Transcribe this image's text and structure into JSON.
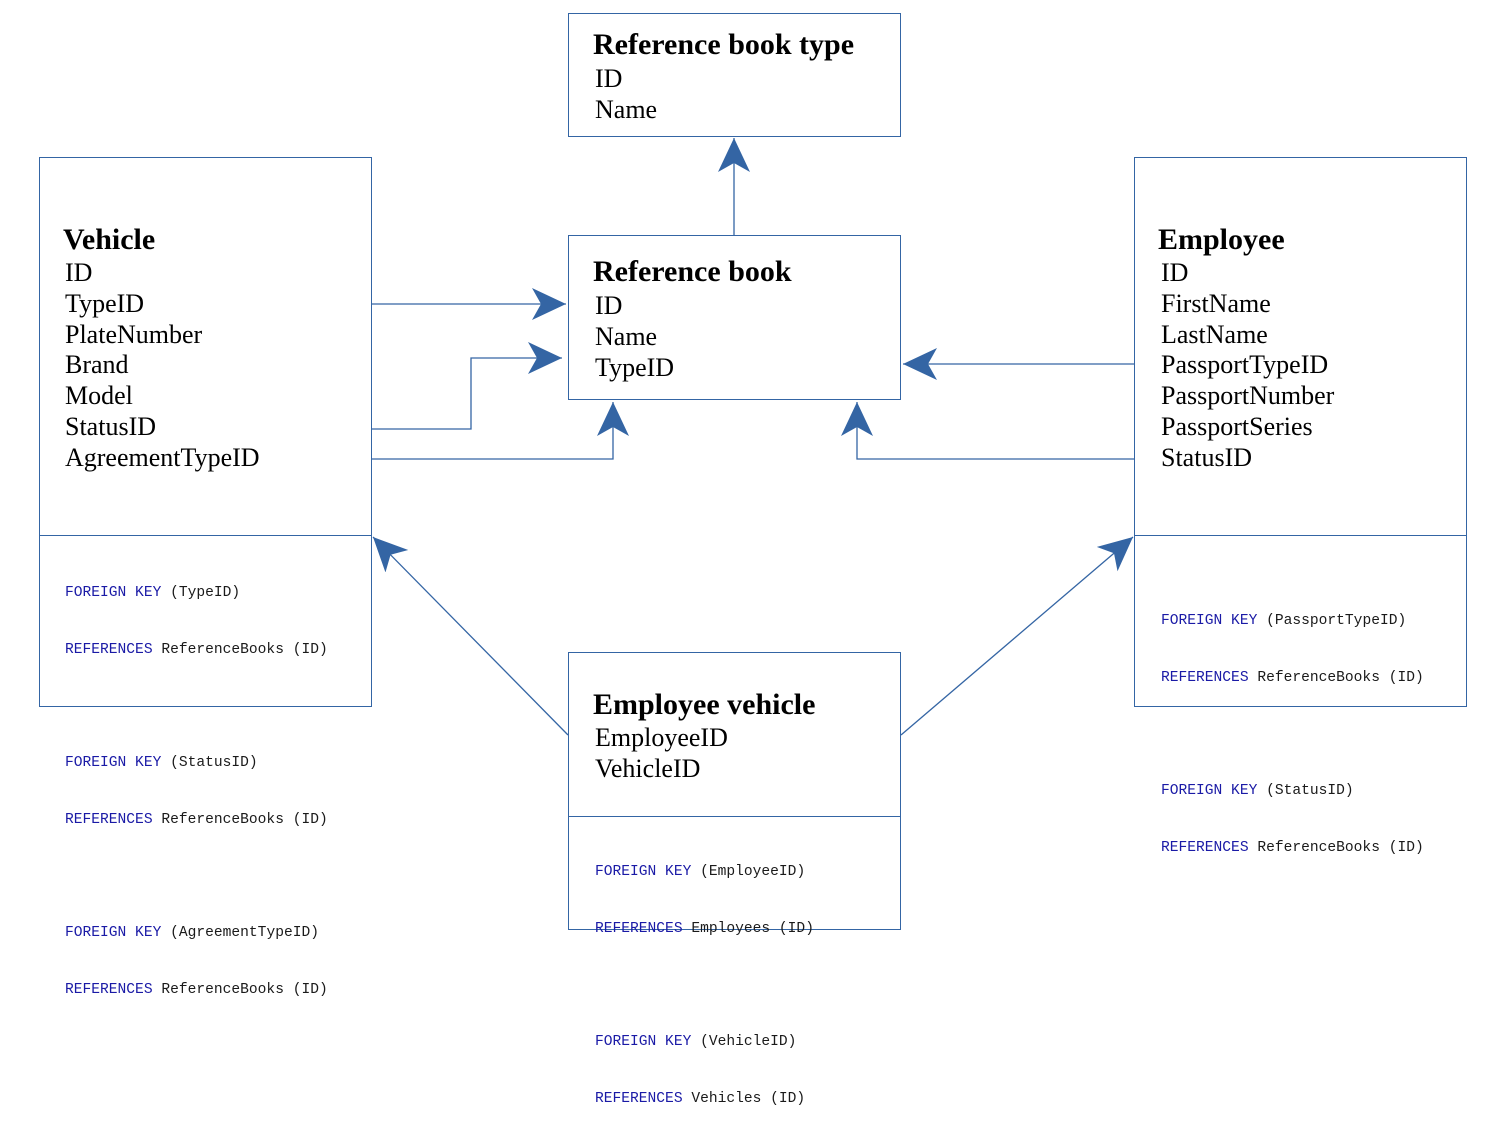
{
  "diagram": {
    "colors": {
      "line": "#3465a4",
      "arrow": "#3465a4",
      "keyword": "#1a1aa6",
      "text": "#000000"
    },
    "entities": {
      "reference_book_type": {
        "title": "Reference book type",
        "fields": [
          "ID",
          "Name"
        ]
      },
      "reference_book": {
        "title": "Reference book",
        "fields": [
          "ID",
          "Name",
          "TypeID"
        ]
      },
      "vehicle": {
        "title": "Vehicle",
        "fields": [
          "ID",
          "TypeID",
          "PlateNumber",
          "Brand",
          "Model",
          "StatusID",
          "AgreementTypeID"
        ],
        "foreign_keys": [
          {
            "kw1": "FOREIGN KEY",
            "column": "(TypeID)",
            "kw2": "REFERENCES",
            "target": "ReferenceBooks (ID)"
          },
          {
            "kw1": "FOREIGN KEY",
            "column": "(StatusID)",
            "kw2": "REFERENCES",
            "target": "ReferenceBooks (ID)"
          },
          {
            "kw1": "FOREIGN KEY",
            "column": "(AgreementTypeID)",
            "kw2": "REFERENCES",
            "target": "ReferenceBooks (ID)"
          }
        ]
      },
      "employee": {
        "title": "Employee",
        "fields": [
          "ID",
          "FirstName",
          "LastName",
          "PassportTypeID",
          "PassportNumber",
          "PassportSeries",
          "StatusID"
        ],
        "foreign_keys": [
          {
            "kw1": "FOREIGN KEY",
            "column": "(PassportTypeID)",
            "kw2": "REFERENCES",
            "target": "ReferenceBooks (ID)"
          },
          {
            "kw1": "FOREIGN KEY",
            "column": "(StatusID)",
            "kw2": "REFERENCES",
            "target": "ReferenceBooks (ID)"
          }
        ]
      },
      "employee_vehicle": {
        "title": "Employee vehicle",
        "fields": [
          "EmployeeID",
          "VehicleID"
        ],
        "foreign_keys": [
          {
            "kw1": "FOREIGN KEY",
            "column": "(EmployeeID)",
            "kw2": "REFERENCES",
            "target": "Employees (ID)"
          },
          {
            "kw1": "FOREIGN KEY",
            "column": "(VehicleID)",
            "kw2": "REFERENCES",
            "target": "Vehicles (ID)"
          }
        ]
      }
    }
  }
}
